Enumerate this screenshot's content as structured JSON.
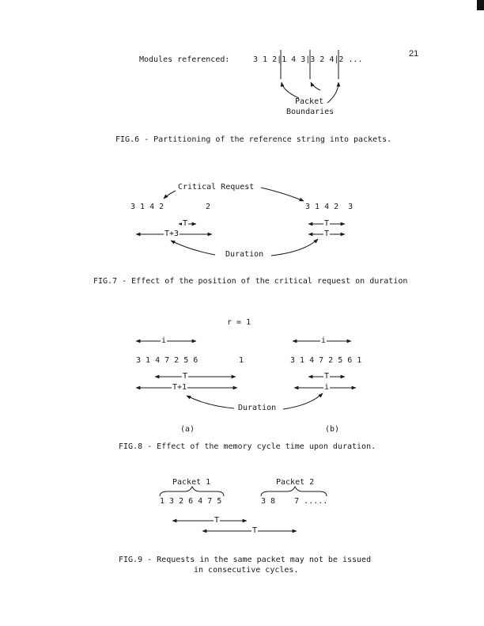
{
  "page_number": "21",
  "fig6": {
    "label": "Modules referenced:",
    "sequence": "3 1 2|1 4 3|3 2 4|2 ...",
    "packet": "Packet",
    "boundaries": "Boundaries",
    "caption": "FIG.6 - Partitioning of the reference string into packets."
  },
  "fig7": {
    "critical_request": "Critical Request",
    "left_seq": "3 1 4 2",
    "mid_value": "2",
    "right_seq": "3 1 4 2  3",
    "T_left": "T",
    "T_plus_3": "T+3",
    "T_right_1": "T",
    "T_right_2": "T",
    "duration": "Duration",
    "caption": "FIG.7 - Effect of the position of the critical request on duration"
  },
  "fig8": {
    "r_label": "r = 1",
    "i_left": "i",
    "i_right": "i",
    "left_seq": "3 1 4 7 2 5 6",
    "mid_value": "1",
    "right_seq": "3 1 4 7 2 5 6 1",
    "T_left": "T",
    "T_plus_1": "T+1",
    "T_right": "T",
    "i_right_2": "i",
    "duration": "Duration",
    "sub_a": "(a)",
    "sub_b": "(b)",
    "caption": "FIG.8 - Effect of the memory cycle time upon duration."
  },
  "fig9": {
    "packet1": "Packet 1",
    "packet2": "Packet 2",
    "seq1": "1 3 2 6 4 7 5",
    "seq2": "3 8    7 .....",
    "T1": "T",
    "T2": "T",
    "caption_line1": "FIG.9 - Requests in the same packet may not be issued",
    "caption_line2": "in consecutive cycles."
  }
}
